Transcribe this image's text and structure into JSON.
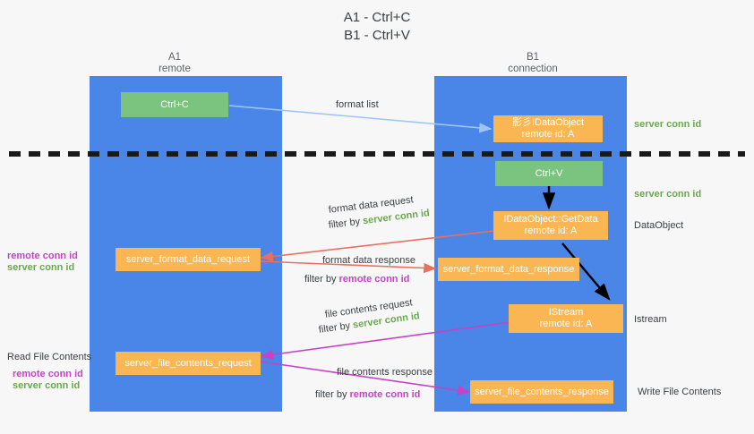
{
  "title": {
    "line1": "A1 - Ctrl+C",
    "line2": "B1 - Ctrl+V"
  },
  "lanes": [
    {
      "id": "a1",
      "name": "A1",
      "sub": "remote"
    },
    {
      "id": "b1",
      "name": "B1",
      "sub": "connection"
    }
  ],
  "colors": {
    "lane": "#4a86e8",
    "green_box": "#7bc47f",
    "orange_box": "#fbb654",
    "server_conn": "#6aa84f",
    "remote_conn": "#c643c6",
    "arrow_blue": "#9fc5f8",
    "arrow_red": "#e8705f",
    "arrow_magenta": "#c643c6",
    "arrow_black": "#000000",
    "divider": "#1a1a1a",
    "background": "#f7f7f7"
  },
  "boxes": {
    "ctrl_c": "Ctrl+C",
    "ctrl_v": "Ctrl+V",
    "idataobject_title": "影彡IDataObject",
    "idataobject_sub": "remote id: A",
    "getdata_title": "IDataObject::GetData",
    "getdata_sub": "remote id: A",
    "istream_title": "IStream",
    "istream_sub": "remote id: A",
    "server_format_data_request": "server_format_data_request",
    "server_format_data_response": "server_format_data_response",
    "server_file_contents_request": "server_file_contents_request",
    "server_file_contents_response": "server_file_contents_response"
  },
  "edge_labels": {
    "format_list": "format list",
    "format_data_request": "format data request",
    "format_data_response": "format data response",
    "file_contents_request": "file contents request",
    "file_contents_response": "file contents response",
    "filter_by": "filter by ",
    "server_conn_id": "server conn id",
    "remote_conn_id": "remote conn id"
  },
  "right_labels": {
    "server_conn_id_top": "server conn id",
    "server_conn_id_mid": "server conn id",
    "dataobject": "DataObject",
    "istream": "Istream",
    "write_file_contents": "Write File Contents"
  },
  "left_labels": {
    "remote_conn_id_1": "remote conn id",
    "server_conn_id_1": "server conn id",
    "read_file_contents": "Read File Contents",
    "remote_conn_id_2": "remote conn id",
    "server_conn_id_2": "server conn id"
  }
}
